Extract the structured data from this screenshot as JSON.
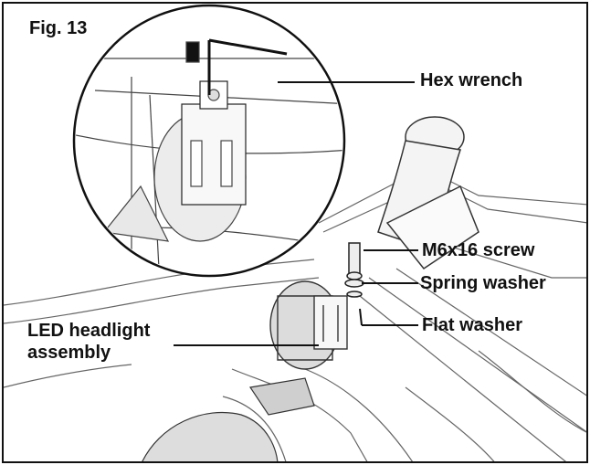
{
  "figure": {
    "title": "Fig. 13"
  },
  "callouts": {
    "hex_wrench": "Hex wrench",
    "screw": "M6x16 screw",
    "spring_washer": "Spring washer",
    "flat_washer": "Flat washer",
    "headlight_line1": "LED headlight",
    "headlight_line2": "assembly"
  },
  "colors": {
    "ink": "#111111",
    "line": "#555555",
    "fill": "#f2f2f2",
    "background": "#ffffff"
  }
}
